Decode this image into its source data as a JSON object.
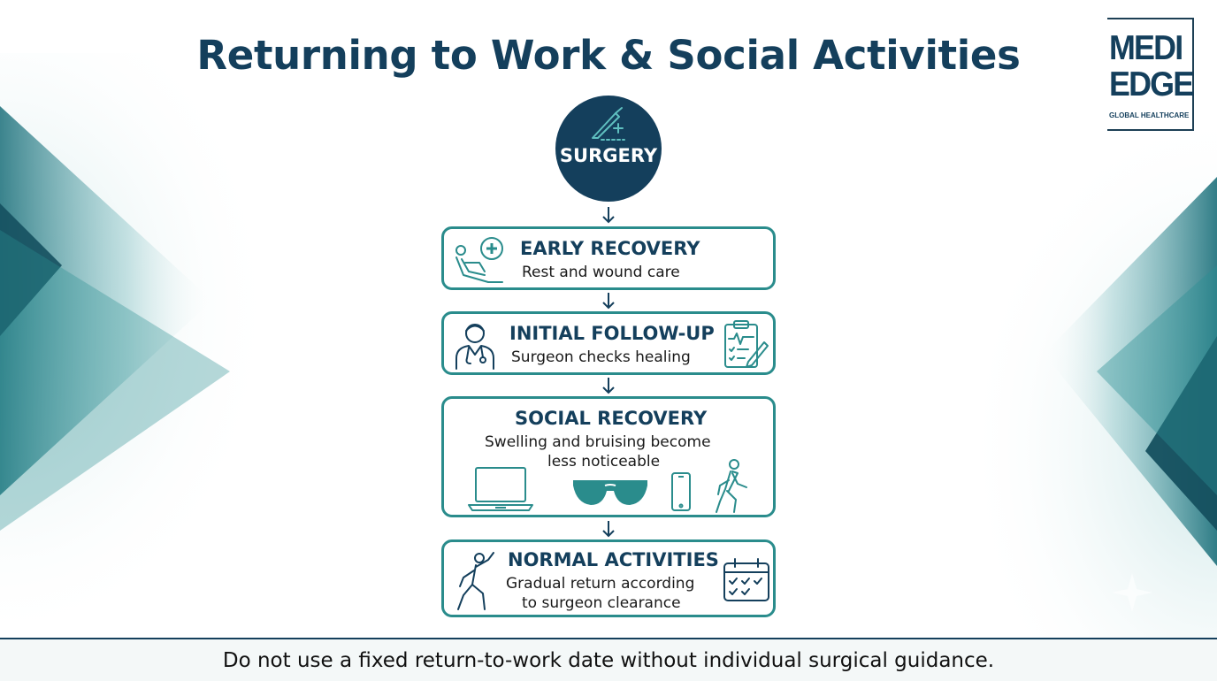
{
  "header": {
    "title": "Returning to Work & Social Activities"
  },
  "logo": {
    "line1": "MEDI",
    "line2": "EDGE",
    "tagline": "GLOBAL HEALTHCARE"
  },
  "flow": {
    "start": {
      "label": "SURGERY",
      "icon": "scalpel-icon"
    },
    "steps": [
      {
        "title": "EARLY RECOVERY",
        "desc": [
          "Rest and wound care"
        ],
        "icons": [
          "patient-reclining-icon",
          "medical-cross-icon"
        ]
      },
      {
        "title": "INITIAL FOLLOW-UP",
        "desc": [
          "Surgeon checks healing"
        ],
        "icons": [
          "doctor-icon",
          "clipboard-icon"
        ]
      },
      {
        "title": "SOCIAL RECOVERY",
        "desc": [
          "Swelling and bruising become",
          "less noticeable"
        ],
        "icons": [
          "laptop-icon",
          "sunglasses-icon",
          "phone-icon",
          "walking-person-icon"
        ]
      },
      {
        "title": "NORMAL ACTIVITIES",
        "desc": [
          "Gradual return according",
          "to surgeon clearance"
        ],
        "icons": [
          "active-person-icon",
          "calendar-check-icon"
        ]
      }
    ]
  },
  "footer": {
    "note": "Do not use a fixed return-to-work date without individual surgical guidance."
  },
  "colors": {
    "navy": "#143f5c",
    "teal": "#2a8c8c",
    "background": "#ffffff"
  }
}
